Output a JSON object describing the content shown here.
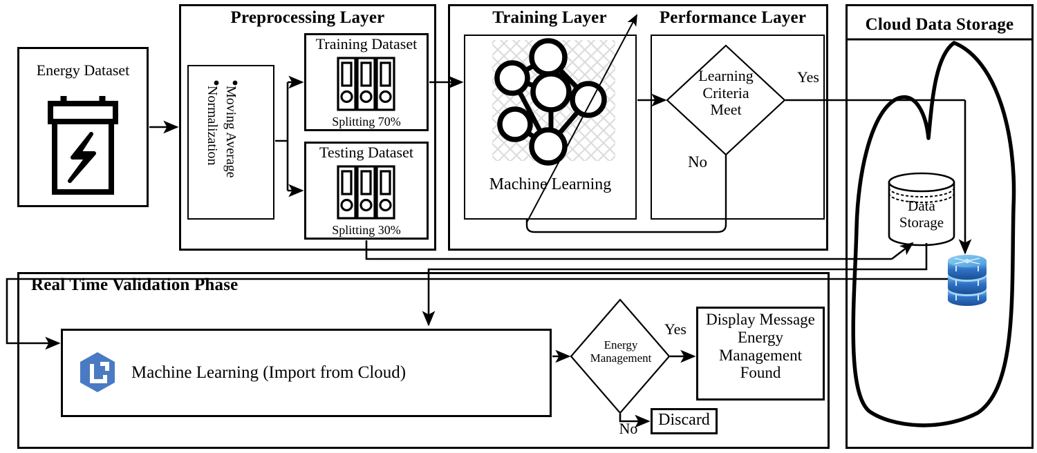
{
  "diagram": {
    "title": "Energy management machine learning cloud architecture flowchart",
    "layers": {
      "preprocessing": {
        "title": "Preprocessing Layer",
        "bullets": [
          "Moving Average",
          "Normalization"
        ],
        "training_dataset": {
          "title": "Training Dataset",
          "split_label": "Splitting 70%",
          "icon": "binders-icon"
        },
        "testing_dataset": {
          "title": "Testing Dataset",
          "split_label": "Splitting 30%",
          "icon": "binders-icon"
        }
      },
      "training": {
        "title": "Training Layer",
        "node_label": "Machine Learning",
        "icon": "neural-network-icon"
      },
      "performance": {
        "title": "Performance Layer",
        "decision": "Learning\nCriteria\nMeet",
        "yes_label": "Yes",
        "no_label": "No"
      },
      "cloud": {
        "title": "Cloud Data Storage",
        "data_storage_label": "Data\nStorage",
        "database_icon": "database-cylinder-icon",
        "cloud_icon": "cloud-outline-icon"
      },
      "validation": {
        "title": "Real Time Validation Phase",
        "ml_box_label": "Machine Learning (Import from Cloud)",
        "ml_box_icon": "cloud-ml-hexagon-icon",
        "decision": "Energy\nManagement",
        "yes_label": "Yes",
        "no_label": "No",
        "display_message": "Display Message\nEnergy\nManagement\nFound",
        "discard_label": "Discard"
      }
    },
    "source_node": {
      "title": "Energy Dataset",
      "icon": "energy-battery-icon"
    },
    "colors": {
      "stroke": "#000000",
      "background": "#ffffff",
      "hexagon_blue": "#4a7ac4",
      "db_blue_light": "#7fc3ef",
      "db_blue_mid": "#2f72c4",
      "db_blue_dark": "#1b4f96"
    }
  }
}
